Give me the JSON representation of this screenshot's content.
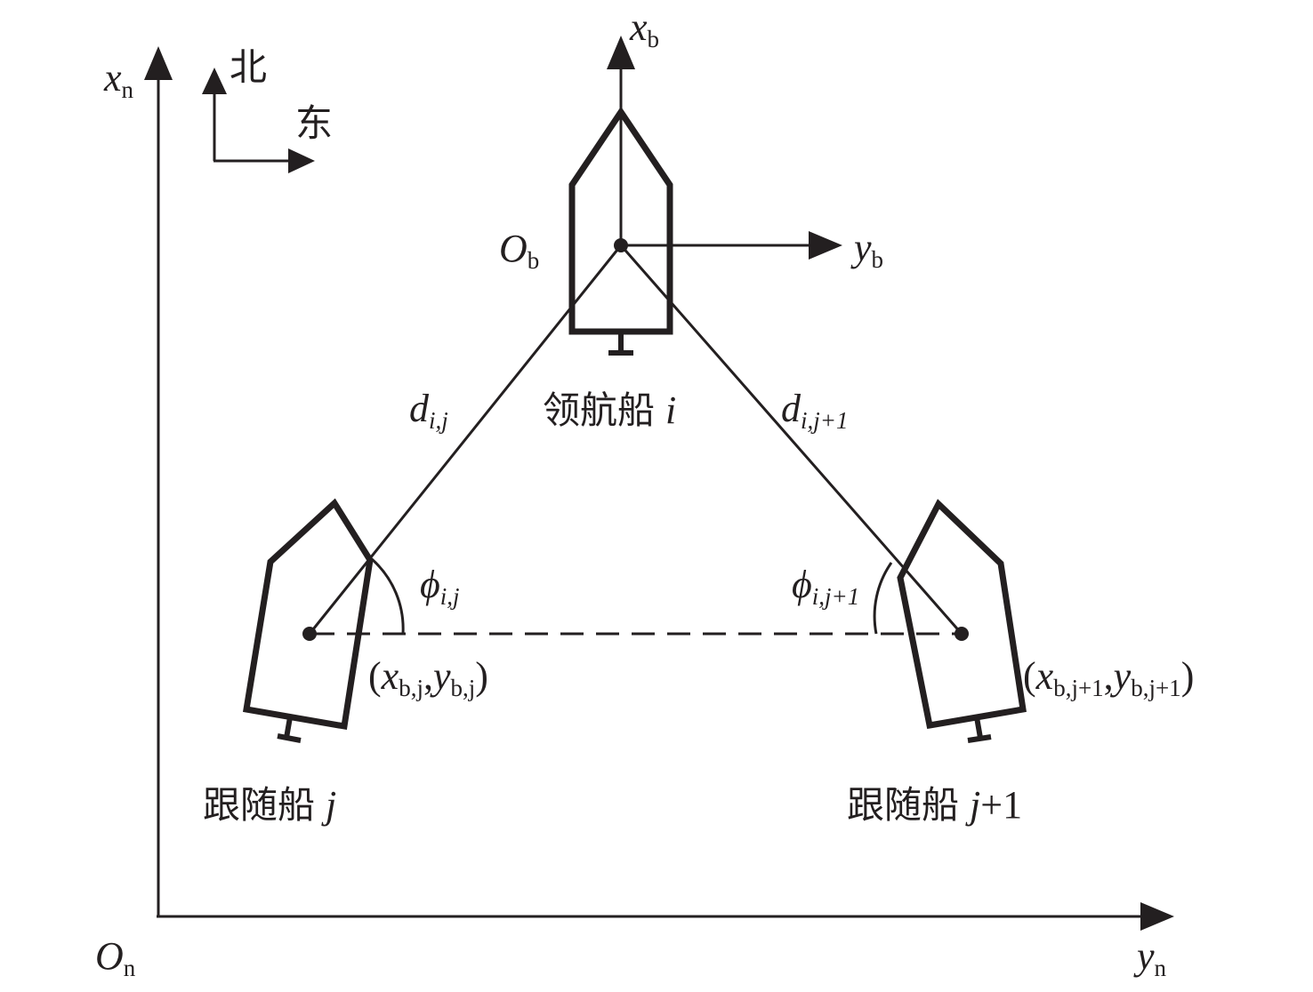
{
  "axes": {
    "xn": "x",
    "xn_sub": "n",
    "yn": "y",
    "yn_sub": "n",
    "on": "O",
    "on_sub": "n"
  },
  "compass": {
    "north": "北",
    "east": "东"
  },
  "leader": {
    "xb": "x",
    "xb_sub": "b",
    "yb": "y",
    "yb_sub": "b",
    "ob": "O",
    "ob_sub": "b",
    "name_cjk": "领航船",
    "name_var": "i"
  },
  "follower_j": {
    "name_cjk": "跟随船",
    "name_var": "j",
    "coord": {
      "open": "(",
      "x": "x",
      "x_sub": "b,j",
      "comma": ",",
      "y": "y",
      "y_sub": "b,j",
      "close": ")"
    },
    "dist": "d",
    "dist_sub": "i,j",
    "angle": "ϕ",
    "angle_sub": "i,j"
  },
  "follower_j1": {
    "name_cjk": "跟随船",
    "name_var": "j",
    "name_suffix": "+1",
    "coord": {
      "open": "(",
      "x": "x",
      "x_sub": "b,j+1",
      "comma": ",",
      "y": "y",
      "y_sub": "b,j+1",
      "close": ")"
    },
    "dist": "d",
    "dist_sub": "i,j+1",
    "angle": "ϕ",
    "angle_sub": "i,j+1"
  },
  "colors": {
    "ink": "#231f20",
    "background": "#ffffff"
  }
}
